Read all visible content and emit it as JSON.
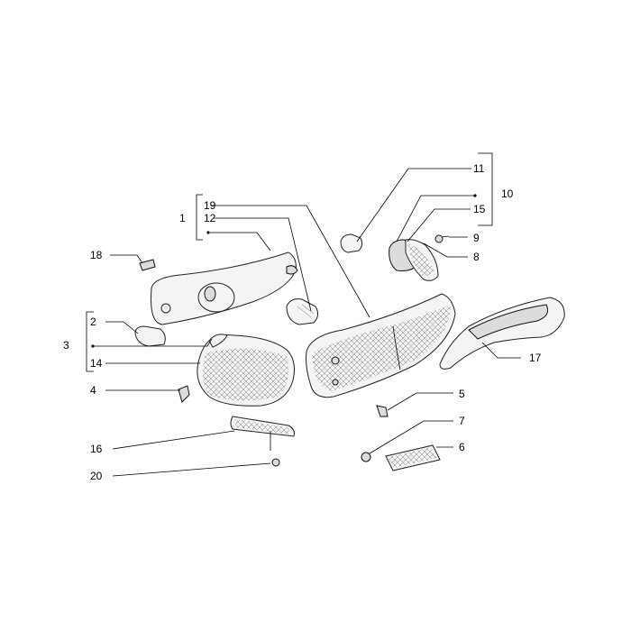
{
  "callouts": {
    "c1": "1",
    "c2": "2",
    "c3": "3",
    "c4": "4",
    "c5": "5",
    "c6": "6",
    "c7": "7",
    "c8": "8",
    "c9": "9",
    "c10": "10",
    "c11": "11",
    "c12": "12",
    "c14": "14",
    "c15": "15",
    "c16": "16",
    "c17": "17",
    "c18": "18",
    "c19": "19",
    "c20": "20"
  }
}
